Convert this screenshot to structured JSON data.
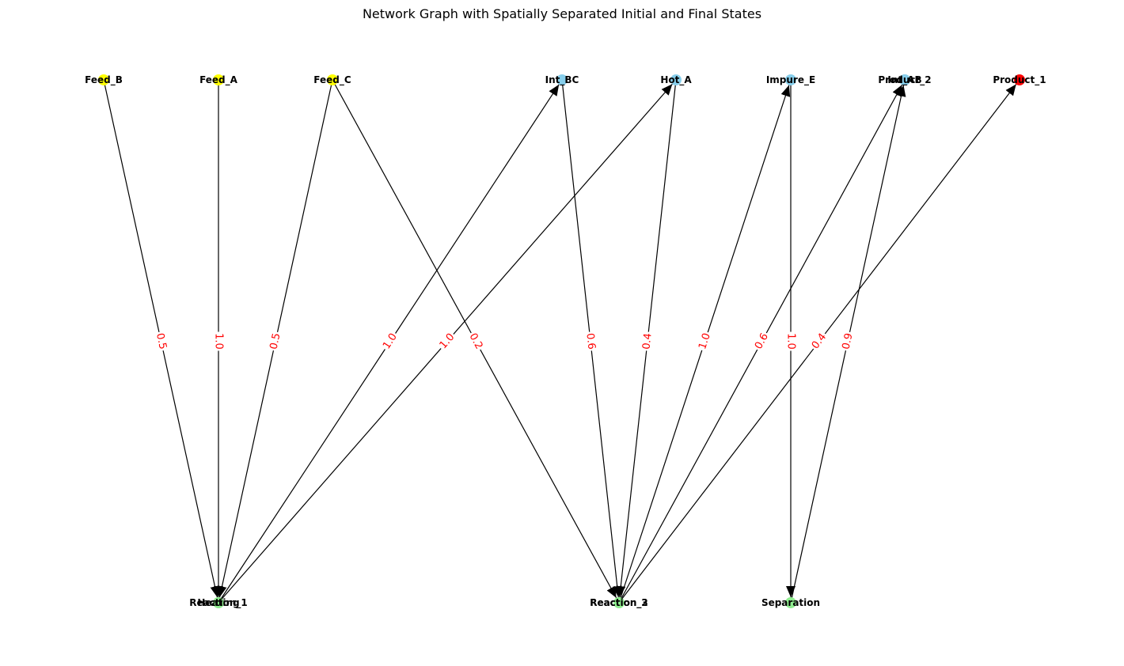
{
  "title": "Network Graph with Spatially Separated Initial and Final States",
  "colors": {
    "feed": "#ffff00",
    "intermediate": "#87ceeb",
    "product": "#ff0000",
    "process": "#90ee90",
    "edge": "#000000",
    "edge_label": "#ff0000"
  },
  "nodes": [
    {
      "id": "Feed_B",
      "label": "Feed_B",
      "group": "feed"
    },
    {
      "id": "Feed_A",
      "label": "Feed_A",
      "group": "feed"
    },
    {
      "id": "Feed_C",
      "label": "Feed_C",
      "group": "feed"
    },
    {
      "id": "Int_BC",
      "label": "Int_BC",
      "group": "intermediate"
    },
    {
      "id": "Hot_A",
      "label": "Hot_A",
      "group": "intermediate"
    },
    {
      "id": "Impure_E",
      "label": "Impure_E",
      "group": "intermediate"
    },
    {
      "id": "Product_2",
      "label": "Product_2",
      "group": "intermediate"
    },
    {
      "id": "Int_AB",
      "label": "Int_AB",
      "group": "intermediate"
    },
    {
      "id": "Product_1",
      "label": "Product_1",
      "group": "product"
    },
    {
      "id": "Reaction_1",
      "label": "Reaction_1",
      "group": "process"
    },
    {
      "id": "Heating",
      "label": "Heating",
      "group": "process"
    },
    {
      "id": "Reaction_2",
      "label": "Reaction_2",
      "group": "process"
    },
    {
      "id": "Reaction_3",
      "label": "Reaction_3",
      "group": "process"
    },
    {
      "id": "Separation",
      "label": "Separation",
      "group": "process"
    }
  ],
  "edges": [
    {
      "source": "Feed_B",
      "target": "Reaction_1",
      "weight": "0.5"
    },
    {
      "source": "Feed_A",
      "target": "Heating",
      "weight": "1.0"
    },
    {
      "source": "Feed_C",
      "target": "Reaction_1",
      "weight": "0.5"
    },
    {
      "source": "Reaction_1",
      "target": "Int_BC",
      "weight": "1.0"
    },
    {
      "source": "Heating",
      "target": "Hot_A",
      "weight": "1.0"
    },
    {
      "source": "Feed_C",
      "target": "Reaction_2",
      "weight": "0.2"
    },
    {
      "source": "Int_BC",
      "target": "Reaction_2",
      "weight": "0.6"
    },
    {
      "source": "Hot_A",
      "target": "Reaction_2",
      "weight": "0.4"
    },
    {
      "source": "Reaction_2",
      "target": "Impure_E",
      "weight": "1.0"
    },
    {
      "source": "Reaction_3",
      "target": "Int_AB",
      "weight": "0.6"
    },
    {
      "source": "Impure_E",
      "target": "Separation",
      "weight": "1.0"
    },
    {
      "source": "Reaction_3",
      "target": "Product_1",
      "weight": "0.4"
    },
    {
      "source": "Separation",
      "target": "Product_2",
      "weight": "0.9"
    }
  ]
}
